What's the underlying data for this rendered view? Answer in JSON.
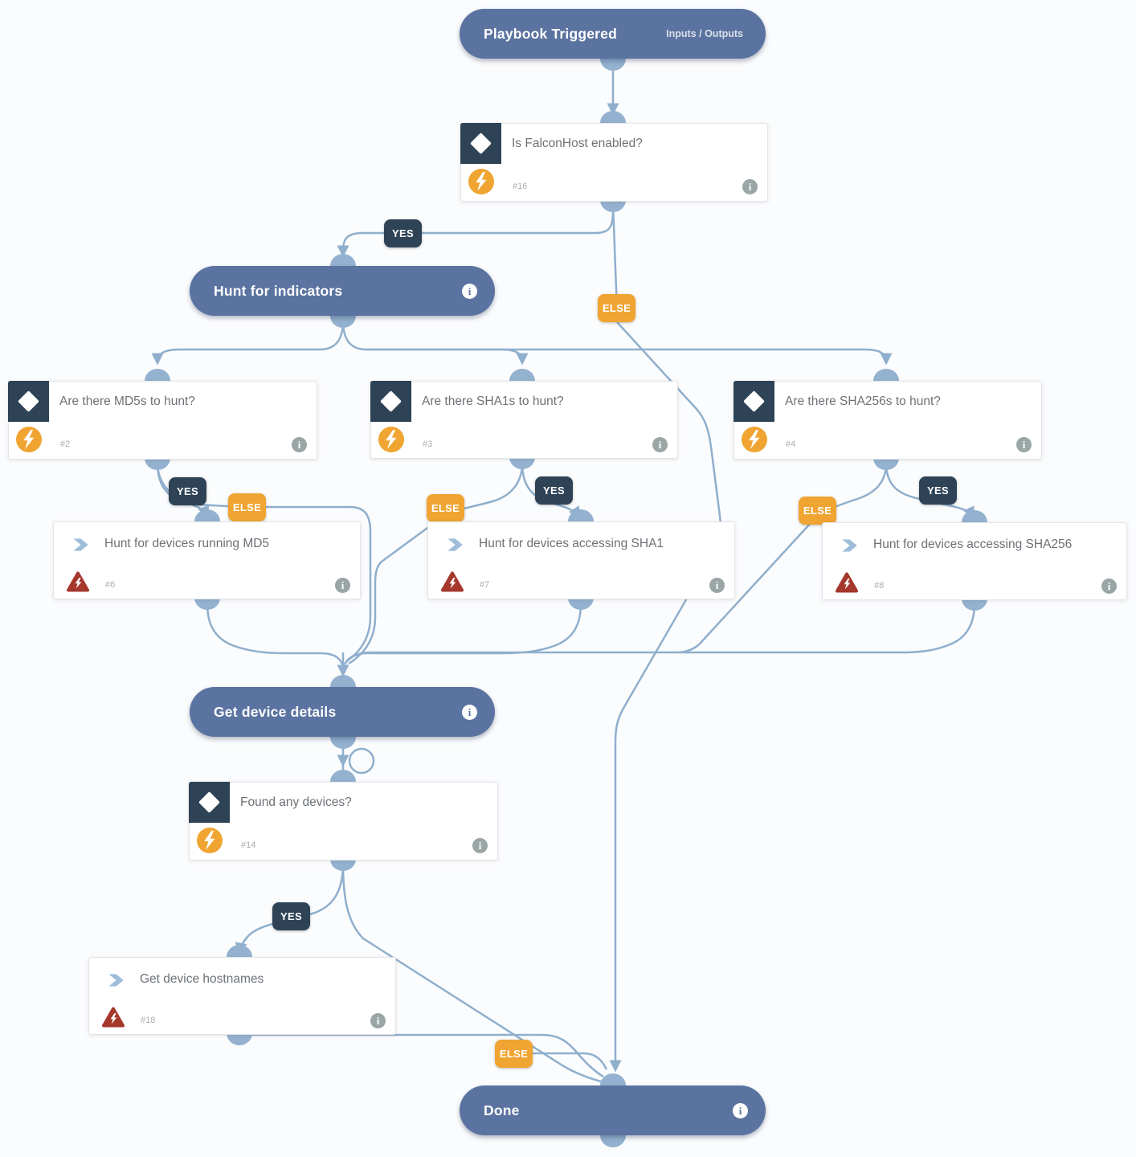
{
  "labels": {
    "yes": "YES",
    "else": "ELSE"
  },
  "colors": {
    "section_header": "#5b73a0",
    "condition_dark": "#2e4356",
    "else_orange": "#f0a431",
    "error_red": "#a5372c",
    "automation_yellow": "#f0a431",
    "connector_line": "#8fafcd",
    "chevron_blue": "#9fbdda"
  },
  "nodes": {
    "playbook": {
      "title": "Playbook Triggered",
      "right": "Inputs / Outputs"
    },
    "falconhost": {
      "title": "Is FalconHost enabled?",
      "num": "#16"
    },
    "hunt_indicators": {
      "title": "Hunt for indicators"
    },
    "md5": {
      "title": "Are there MD5s to hunt?",
      "num": "#2"
    },
    "sha1": {
      "title": "Are there SHA1s to hunt?",
      "num": "#3"
    },
    "sha256": {
      "title": "Are there SHA256s to hunt?",
      "num": "#4"
    },
    "hunt_md5": {
      "title": "Hunt for devices running MD5",
      "num": "#6"
    },
    "hunt_sha1": {
      "title": "Hunt for devices accessing SHA1",
      "num": "#7"
    },
    "hunt_sha256": {
      "title": "Hunt for devices accessing SHA256",
      "num": "#8"
    },
    "get_details": {
      "title": "Get device details"
    },
    "found": {
      "title": "Found any devices?",
      "num": "#14"
    },
    "hostnames": {
      "title": "Get device hostnames",
      "num": "#18"
    },
    "done": {
      "title": "Done"
    }
  }
}
